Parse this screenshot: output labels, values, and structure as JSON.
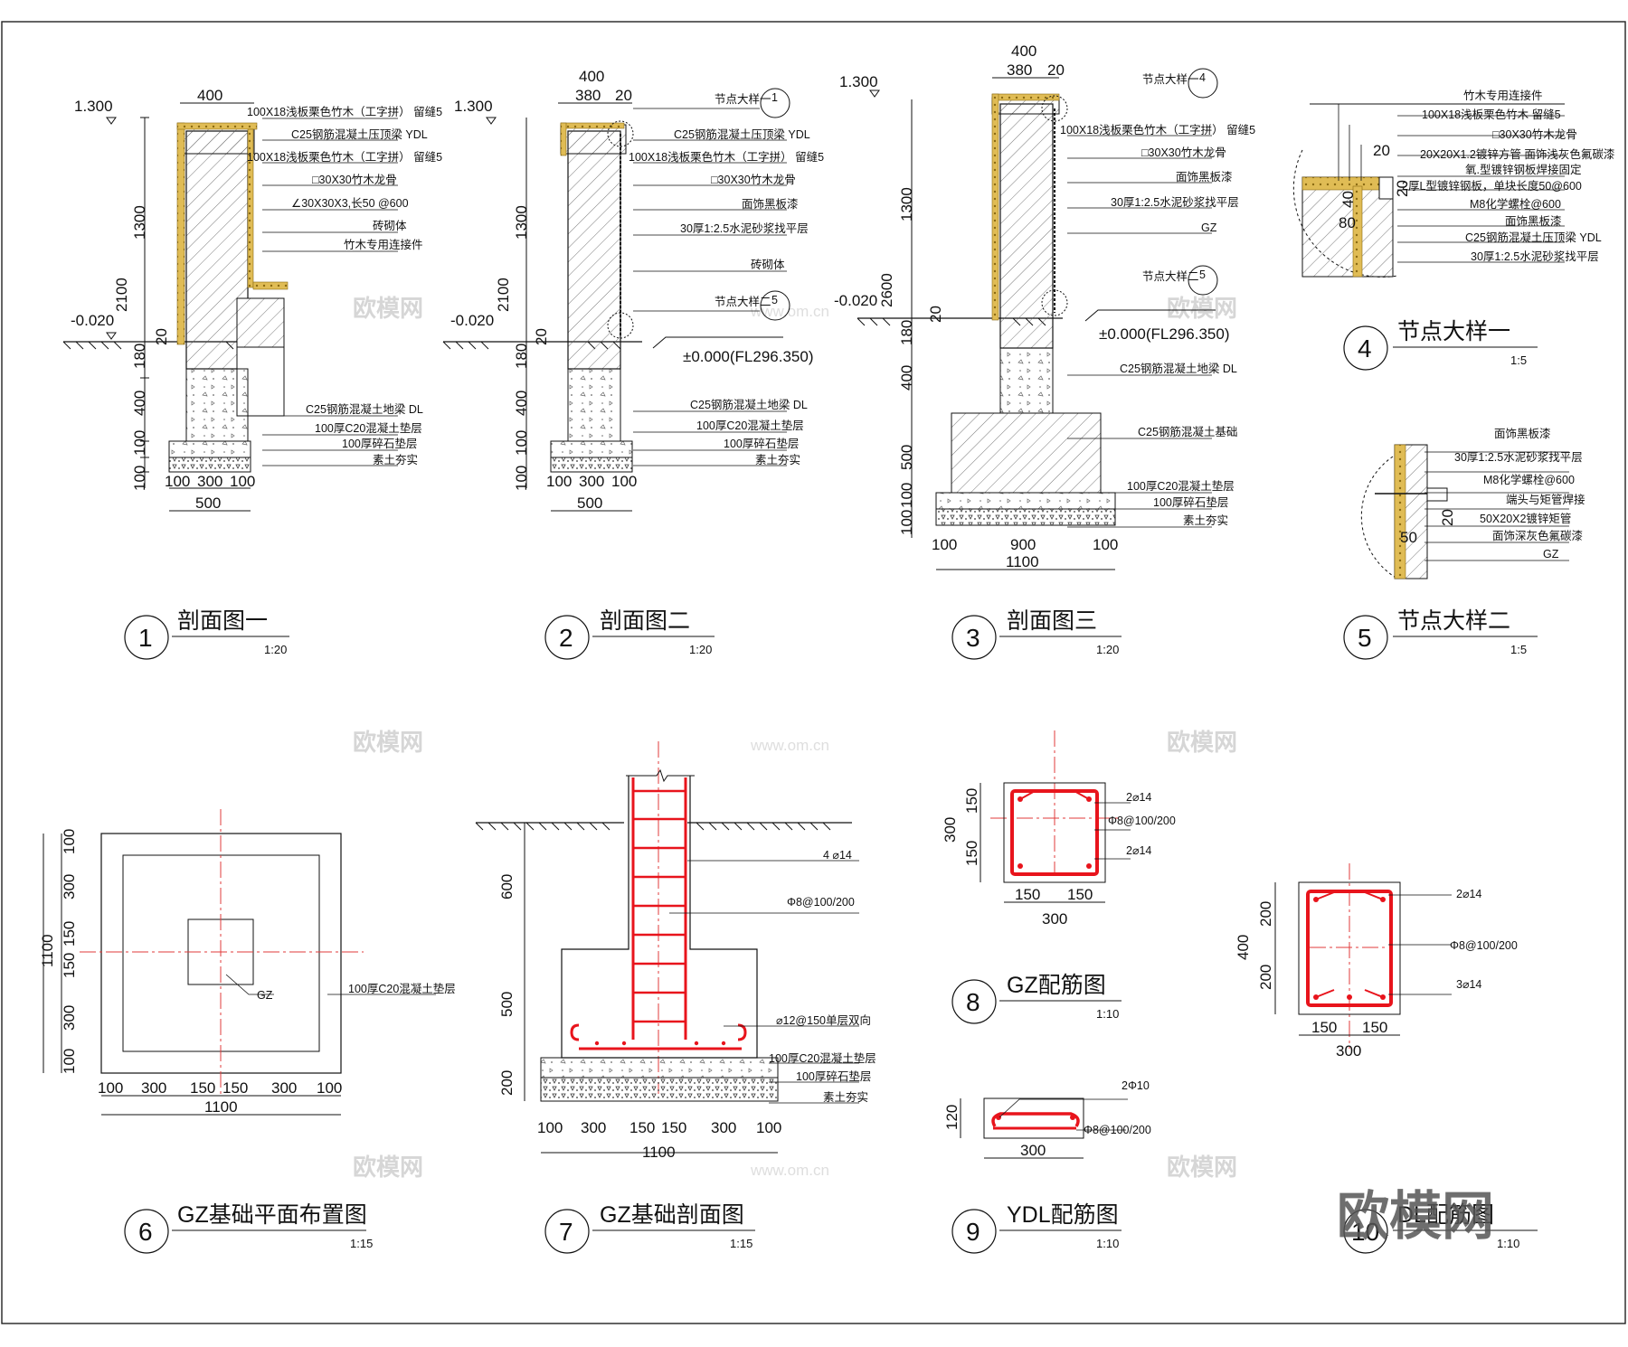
{
  "elevations": {
    "top": "1.300",
    "ground": "-0.020",
    "zero": "±0.000(FL296.350)"
  },
  "sections": [
    {
      "id": "1",
      "title": "剖面图一",
      "scale": "1:20",
      "dims_top": [
        "400"
      ],
      "dims_v": [
        "1300",
        "2100",
        "180",
        "400",
        "100",
        "100",
        "20"
      ],
      "dims_bottom": [
        "100",
        "300",
        "100",
        "500"
      ],
      "labels": [
        "100X18浅板栗色竹木（工字拼） 留缝5",
        "C25钢筋混凝土压顶梁 YDL",
        "100X18浅板栗色竹木（工字拼） 留缝5",
        "□30X30竹木龙骨",
        "∠30X30X3,长50 @600",
        "砖砌体",
        "竹木专用连接件",
        "C25钢筋混凝土地梁 DL",
        "100厚C20混凝土垫层",
        "100厚碎石垫层",
        "素土夯实"
      ]
    },
    {
      "id": "2",
      "title": "剖面图二",
      "scale": "1:20",
      "dims_top": [
        "400",
        "380",
        "20"
      ],
      "dims_v": [
        "1300",
        "2100",
        "180",
        "400",
        "100",
        "100",
        "20"
      ],
      "dims_bottom": [
        "100",
        "300",
        "100",
        "500"
      ],
      "callouts": [
        "节点大样一",
        "1",
        "节点大样二",
        "5"
      ],
      "labels": [
        "C25钢筋混凝土压顶梁 YDL",
        "100X18浅板栗色竹木（工字拼） 留缝5",
        "□30X30竹木龙骨",
        "面饰黑板漆",
        "30厚1:2.5水泥砂浆找平层",
        "砖砌体",
        "C25钢筋混凝土地梁 DL",
        "100厚C20混凝土垫层",
        "100厚碎石垫层",
        "素土夯实"
      ]
    },
    {
      "id": "3",
      "title": "剖面图三",
      "scale": "1:20",
      "dims_top": [
        "400",
        "380",
        "20"
      ],
      "dims_v": [
        "1300",
        "2600",
        "180",
        "400",
        "500",
        "100",
        "100",
        "20"
      ],
      "dims_bottom": [
        "100",
        "900",
        "100",
        "1100"
      ],
      "callouts": [
        "节点大样一",
        "4",
        "节点大样二",
        "5"
      ],
      "labels": [
        "100X18浅板栗色竹木（工字拼） 留缝5",
        "□30X30竹木龙骨",
        "面饰黑板漆",
        "30厚1:2.5水泥砂浆找平层",
        "GZ",
        "C25钢筋混凝土地梁 DL",
        "C25钢筋混凝土基础",
        "100厚C20混凝土垫层",
        "100厚碎石垫层",
        "素土夯实"
      ]
    }
  ],
  "details": [
    {
      "id": "4",
      "title": "节点大样一",
      "scale": "1:5",
      "dims": [
        "20",
        "40",
        "20",
        "80"
      ],
      "labels": [
        "竹木专用连接件",
        "100X18浅板栗色竹木 留缝5",
        "□30X30竹木龙骨",
        "20X20X1.2镀锌方管 面饰浅灰色氟碳漆",
        "氧.型镀锌钢板焊接固定",
        "2厚L型镀锌钢板，单块长度50@600",
        "M8化学螺栓@600",
        "面饰黑板漆",
        "C25钢筋混凝土压顶梁 YDL",
        "30厚1:2.5水泥砂浆找平层"
      ]
    },
    {
      "id": "5",
      "title": "节点大样二",
      "scale": "1:5",
      "dims": [
        "20",
        "50"
      ],
      "labels": [
        "面饰黑板漆",
        "30厚1:2.5水泥砂浆找平层",
        "M8化学螺栓@600",
        "端头与矩管焊接",
        "50X20X2镀锌矩管",
        "面饰深灰色氟碳漆",
        "GZ"
      ]
    }
  ],
  "plan6": {
    "id": "6",
    "title": "GZ基础平面布置图",
    "scale": "1:15",
    "dims_left": [
      "100",
      "300",
      "150",
      "150",
      "300",
      "100"
    ],
    "dim_left_total": "1100",
    "dims_bottom": [
      "100",
      "300",
      "150",
      "150",
      "300",
      "100"
    ],
    "dim_bottom_total": "1100",
    "labels": [
      "GZ",
      "100厚C20混凝土垫层"
    ]
  },
  "sec7": {
    "id": "7",
    "title": "GZ基础剖面图",
    "scale": "1:15",
    "dims_left": [
      "600",
      "500",
      "200"
    ],
    "dims_bottom": [
      "100",
      "300",
      "150",
      "150",
      "300",
      "100"
    ],
    "dim_bottom_total": "1100",
    "labels": [
      "4 ⌀14",
      "Φ8@100/200",
      "⌀12@150单层双向",
      "100厚C20混凝土垫层",
      "100厚碎石垫层",
      "素土夯实"
    ]
  },
  "gz8": {
    "id": "8",
    "title": "GZ配筋图",
    "scale": "1:10",
    "dims_left": [
      "150",
      "150"
    ],
    "dim_left_total": "300",
    "dims_bottom": [
      "150",
      "150"
    ],
    "dim_bottom_total": "300",
    "labels": [
      "2⌀14",
      "Φ8@100/200",
      "2⌀14"
    ]
  },
  "ydl9": {
    "id": "9",
    "title": "YDL配筋图",
    "scale": "1:10",
    "dim_left": "120",
    "dim_bottom": "300",
    "labels": [
      "2Φ10",
      "Φ8@100/200"
    ]
  },
  "dl10": {
    "id": "10",
    "title": "DL配筋图",
    "scale": "1:10",
    "dims_left": [
      "200",
      "200"
    ],
    "dim_left_total": "400",
    "dims_bottom": [
      "150",
      "150"
    ],
    "dim_bottom_total": "300",
    "labels": [
      "2⌀14",
      "Φ8@100/200",
      "3⌀14"
    ]
  },
  "watermark": {
    "brand": "欧模网",
    "url": "www.om.cn"
  },
  "colors": {
    "rebar": "#e8141c",
    "axis": "#e23b3b",
    "finish": "#d9b24a",
    "line": "#111111"
  }
}
